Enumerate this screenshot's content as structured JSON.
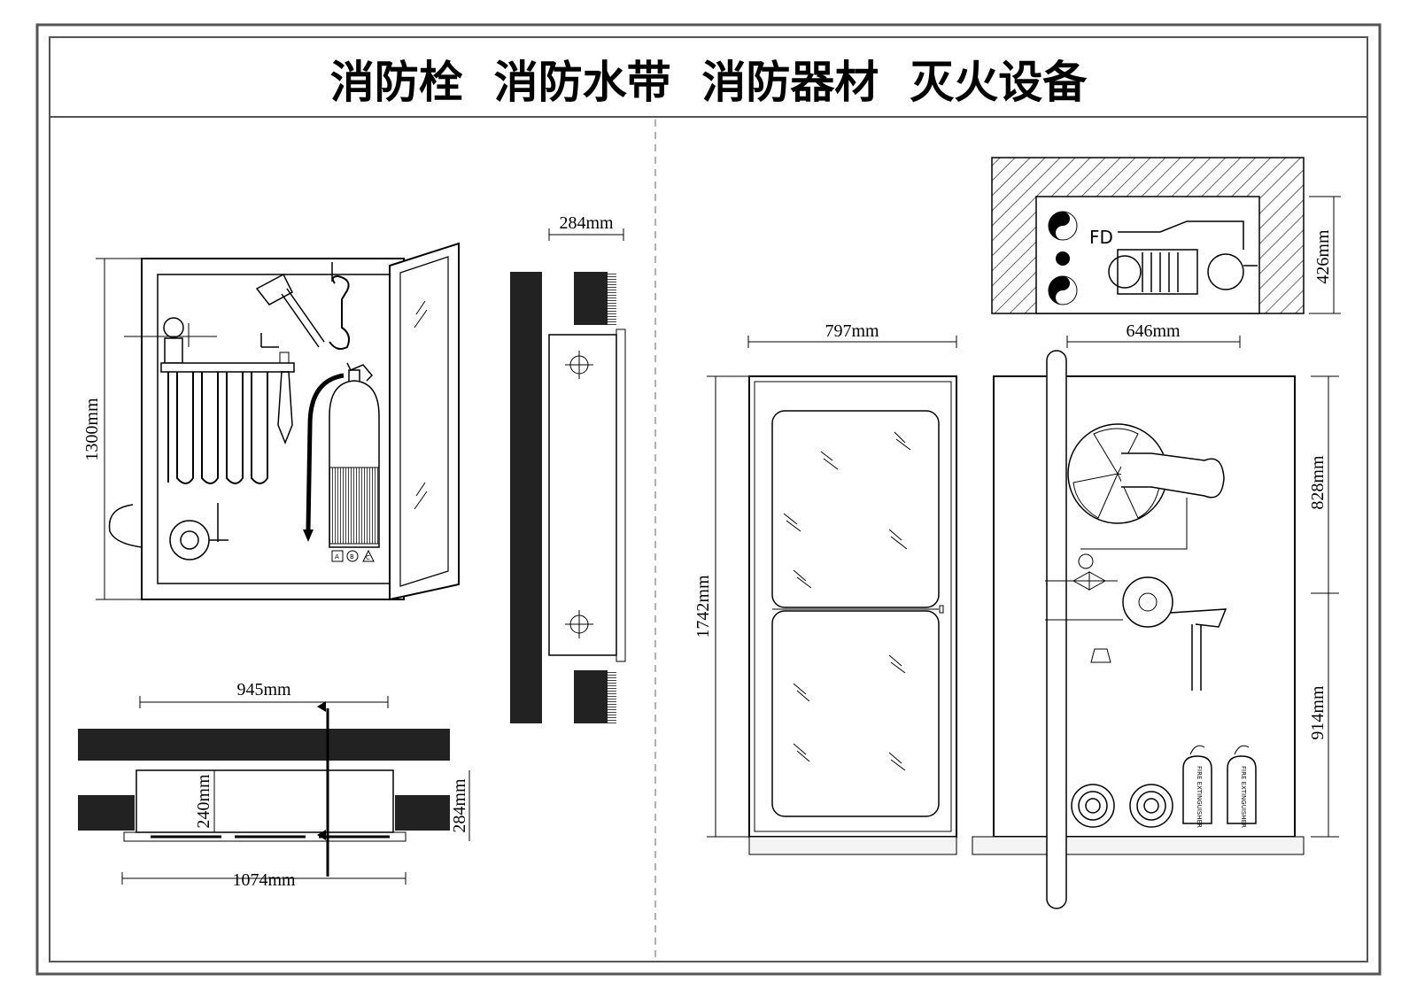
{
  "title": "消防栓  消防水带  消防器材  灭火设备",
  "dimensions": {
    "cabinet_height": "1300mm",
    "side_width": "284mm",
    "plan_inner": "945mm",
    "plan_depth_inner": "240mm",
    "plan_depth_outer": "284mm",
    "plan_outer": "1074mm",
    "door_width": "797mm",
    "door_height": "1742mm",
    "section_width": "646mm",
    "section_top": "828mm",
    "section_bottom": "914mm",
    "top_view_depth": "426mm"
  },
  "labels": {
    "fd": "FD",
    "ext_a": "A",
    "ext_b": "B",
    "ext_c": "C",
    "ext_left": "FIRE EXTINGUISHER",
    "ext_right": "FIRE EXTINGUISHER"
  },
  "colors": {
    "ink": "#000000",
    "frame": "#555555",
    "hatch": "#333333"
  }
}
